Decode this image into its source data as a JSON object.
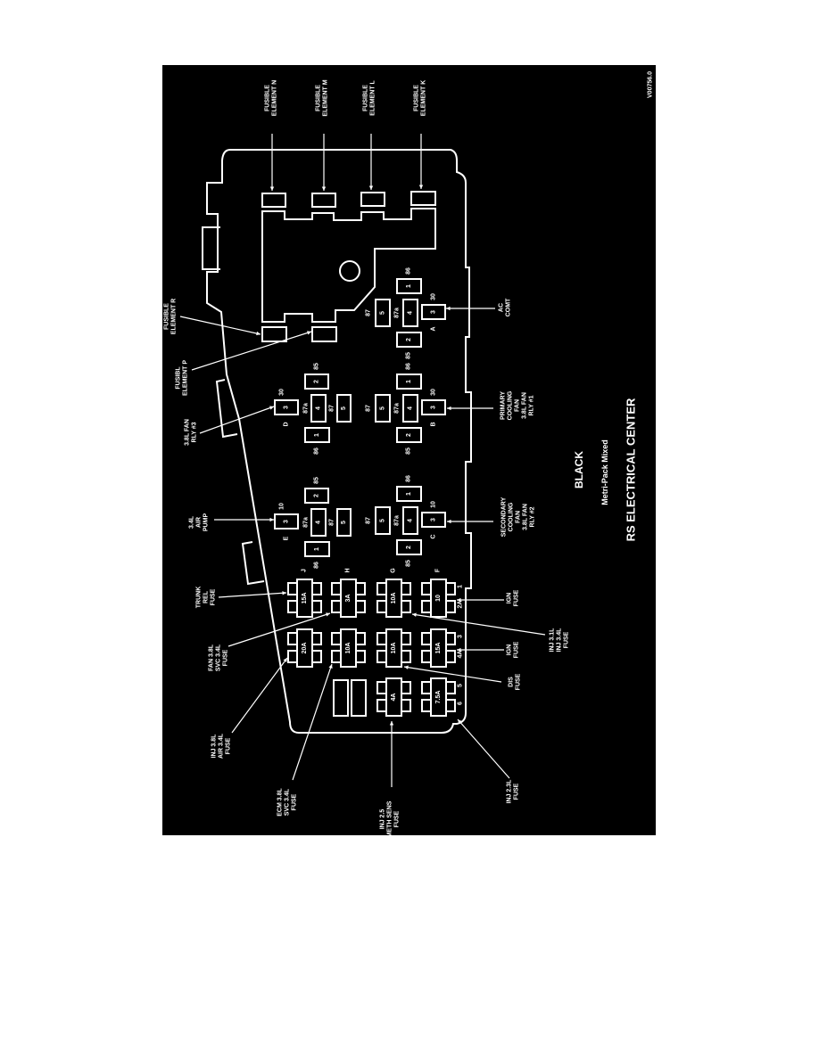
{
  "figure_id": "V00756.0",
  "title": "RS ELECTRICAL CENTER",
  "subtitle": "Metri-Pack Mixed",
  "color_label": "BLACK",
  "colors": {
    "background": "#000000",
    "lines": "#ffffff",
    "page": "#ffffff"
  },
  "callouts": {
    "fusible_n": [
      "FUSIBLE",
      "ELEMENT N"
    ],
    "fusible_m": [
      "FUSIBLE",
      "ELEMENT M"
    ],
    "fusible_l": [
      "FUSIBLE",
      "ELEMENT L"
    ],
    "fusible_k": [
      "FUSIBLE",
      "ELEMENT K"
    ],
    "fusible_r": [
      "FUSIBLE",
      "ELEMENT R"
    ],
    "fusible_p": [
      "FUSIBL",
      "ELEMENT P"
    ],
    "fan_rly3": [
      "3.8L FAN",
      "RLY #3"
    ],
    "air_pump": [
      "3.4L",
      "AIR",
      "PUMP"
    ],
    "primary_fan": [
      "PRIMARY",
      "COOLING",
      "FAN",
      "3.8L FAN",
      "RLY #1"
    ],
    "secondary_fan": [
      "SECONDARY",
      "COOLING",
      "FAN",
      "3.8L FAN",
      "RLY #2"
    ],
    "ac_comt": [
      "AC",
      "COMT"
    ],
    "trunk_rel": [
      "TRUNK",
      "REL",
      "FUSE"
    ],
    "fan_svc": [
      "FAN 3.8L",
      "SVC 3.4L",
      "FUSE"
    ],
    "inj_air": [
      "INJ 3.8L",
      "AIR 3.4L",
      "FUSE"
    ],
    "ecm_svc": [
      "ECM 3.8L",
      "SVC 3.4L",
      "FUSE"
    ],
    "inj_meth": [
      "INJ 2.5",
      "METH SENS",
      "FUSE"
    ],
    "inj_23": [
      "INJ 2.3L",
      "FUSE"
    ],
    "ign_1": [
      "IGN",
      "FUSE"
    ],
    "inj_31": [
      "INJ 3.1L",
      "INJ 3.4L",
      "FUSE"
    ],
    "ign_2": [
      "IGN",
      "FUSE"
    ],
    "dis": [
      "DIS",
      "FUSE"
    ]
  },
  "relays": [
    {
      "letter": "A",
      "t_top": "86",
      "t_a": "87",
      "t_b": "87a",
      "t_side": "30",
      "t_bottom": "85"
    },
    {
      "letter": "B",
      "t_top": "86",
      "t_a": "87",
      "t_b": "87a",
      "t_side": "30",
      "t_bottom": "85"
    },
    {
      "letter": "C",
      "t_top": "86",
      "t_a": "87",
      "t_b": "87a",
      "t_side": "10",
      "t_bottom": "85"
    },
    {
      "letter": "D",
      "t_top": "85",
      "t_a": "87",
      "t_b": "87a",
      "t_side": "30",
      "t_bottom": "86"
    },
    {
      "letter": "E",
      "t_top": "85",
      "t_a": "87",
      "t_b": "87a",
      "t_side": "10",
      "t_bottom": "86"
    }
  ],
  "relay_cavities": {
    "top_right": "1",
    "bottom_right": "2",
    "side": "3",
    "middle": "4",
    "outer": "5",
    "top_left": "2",
    "bottom_left": "1"
  },
  "fuse_columns": [
    "J",
    "H",
    "G",
    "F"
  ],
  "fuses": [
    [
      "15A",
      "3A",
      "10A",
      "10"
    ],
    [
      "20A",
      "10A",
      "10A",
      "15A"
    ],
    [
      "",
      "",
      "4A",
      "7.5A"
    ]
  ],
  "fuse_row_numbers": [
    [
      "1",
      "2A"
    ],
    [
      "3",
      "4A"
    ],
    [
      "5",
      "6"
    ]
  ]
}
